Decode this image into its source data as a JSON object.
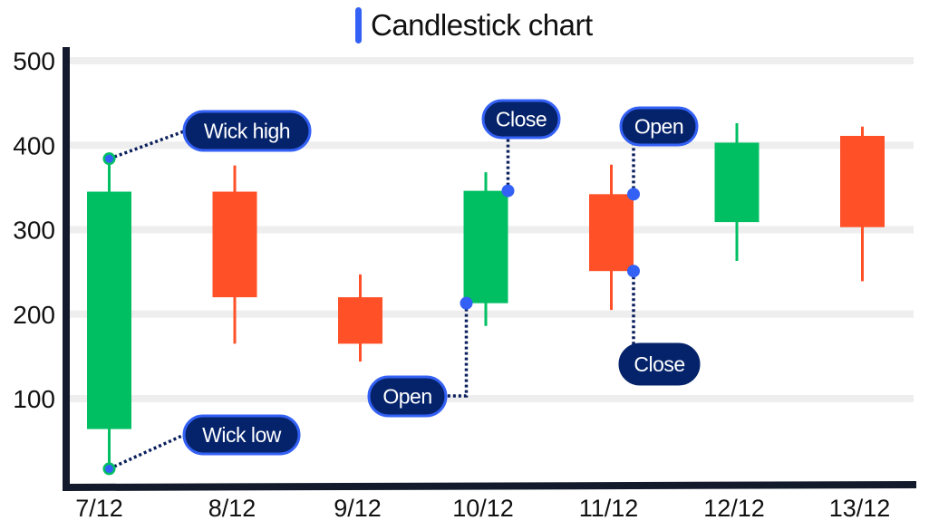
{
  "chart_data": {
    "type": "candlestick",
    "title": "Candlestick chart",
    "xlabel": "",
    "ylabel": "",
    "ylim": [
      0,
      520
    ],
    "grid": true,
    "y_ticks": [
      100,
      200,
      300,
      400,
      500
    ],
    "y_tick_labels": [
      "100",
      "200",
      "300",
      "400",
      "500"
    ],
    "categories": [
      "7/12",
      "8/12",
      "9/12",
      "10/12",
      "11/12",
      "12/12",
      "13/12"
    ],
    "candles": [
      {
        "date": "7/12",
        "open": 64,
        "high": 384,
        "low": 17,
        "close": 345
      },
      {
        "date": "8/12",
        "open": 345,
        "high": 376,
        "low": 165,
        "close": 220
      },
      {
        "date": "9/12",
        "open": 220,
        "high": 247,
        "low": 144,
        "close": 165
      },
      {
        "date": "10/12",
        "open": 213,
        "high": 368,
        "low": 186,
        "close": 346
      },
      {
        "date": "11/12",
        "open": 342,
        "high": 377,
        "low": 205,
        "close": 251
      },
      {
        "date": "12/12",
        "open": 309,
        "high": 426,
        "low": 263,
        "close": 403
      },
      {
        "date": "13/12",
        "open": 411,
        "high": 422,
        "low": 239,
        "close": 303
      }
    ],
    "annotations": [
      {
        "label": "Wick high",
        "candle": "7/12",
        "point": "high"
      },
      {
        "label": "Wick low",
        "candle": "7/12",
        "point": "low"
      },
      {
        "label": "Open",
        "candle": "10/12",
        "point": "open"
      },
      {
        "label": "Close",
        "candle": "10/12",
        "point": "close"
      },
      {
        "label": "Open",
        "candle": "11/12",
        "point": "open"
      },
      {
        "label": "Close",
        "candle": "11/12",
        "point": "close"
      }
    ],
    "colors": {
      "up": "#00bf63",
      "down": "#ff5028",
      "marker": "#3461f5",
      "pill_fill": "#05236b",
      "pill_border": "#3461f5",
      "leader": "#0a1f5c",
      "axis": "#131a2b",
      "grid": "#eeeeee",
      "title_accent": "#3461f5"
    }
  }
}
